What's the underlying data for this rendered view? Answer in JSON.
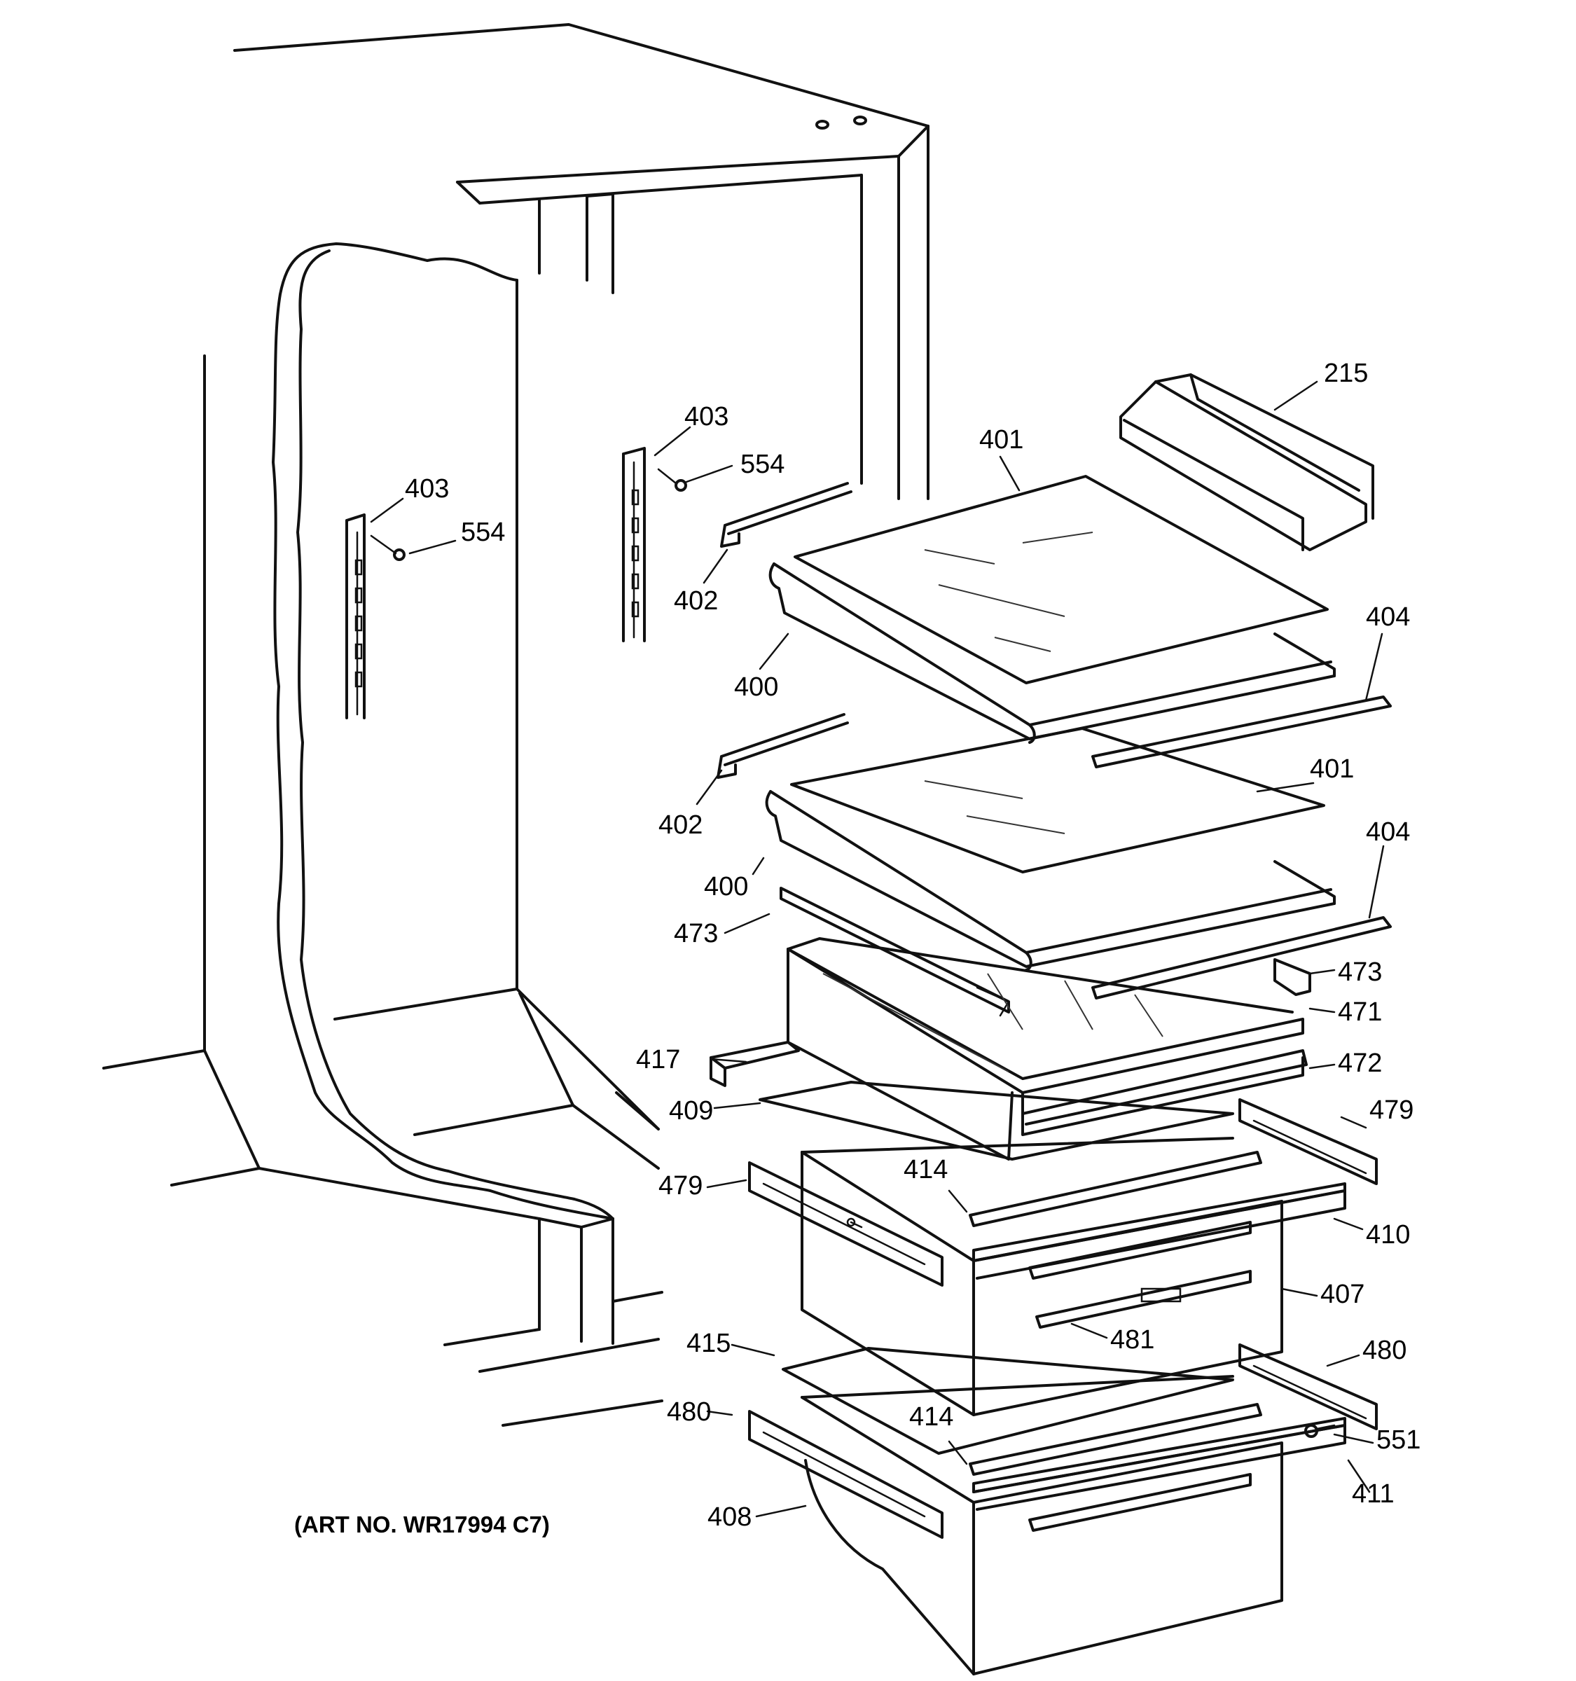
{
  "art_number": "(ART NO. WR17994 C7)",
  "callouts": [
    {
      "id": "c215",
      "text": "215"
    },
    {
      "id": "c401a",
      "text": "401"
    },
    {
      "id": "c403a",
      "text": "403"
    },
    {
      "id": "c554a",
      "text": "554"
    },
    {
      "id": "c403b",
      "text": "403"
    },
    {
      "id": "c554b",
      "text": "554"
    },
    {
      "id": "c402a",
      "text": "402"
    },
    {
      "id": "c404a",
      "text": "404"
    },
    {
      "id": "c400a",
      "text": "400"
    },
    {
      "id": "c401b",
      "text": "401"
    },
    {
      "id": "c402b",
      "text": "402"
    },
    {
      "id": "c404b",
      "text": "404"
    },
    {
      "id": "c400b",
      "text": "400"
    },
    {
      "id": "c473a",
      "text": "473"
    },
    {
      "id": "c473b",
      "text": "473"
    },
    {
      "id": "c471",
      "text": "471"
    },
    {
      "id": "c417",
      "text": "417"
    },
    {
      "id": "c472",
      "text": "472"
    },
    {
      "id": "c409",
      "text": "409"
    },
    {
      "id": "c479a",
      "text": "479"
    },
    {
      "id": "c414a",
      "text": "414"
    },
    {
      "id": "c479b",
      "text": "479"
    },
    {
      "id": "c410",
      "text": "410"
    },
    {
      "id": "c407",
      "text": "407"
    },
    {
      "id": "c481",
      "text": "481"
    },
    {
      "id": "c415",
      "text": "415"
    },
    {
      "id": "c480a",
      "text": "480"
    },
    {
      "id": "c480b",
      "text": "480"
    },
    {
      "id": "c551",
      "text": "551"
    },
    {
      "id": "c414b",
      "text": "414"
    },
    {
      "id": "c411",
      "text": "411"
    },
    {
      "id": "c408",
      "text": "408"
    }
  ]
}
